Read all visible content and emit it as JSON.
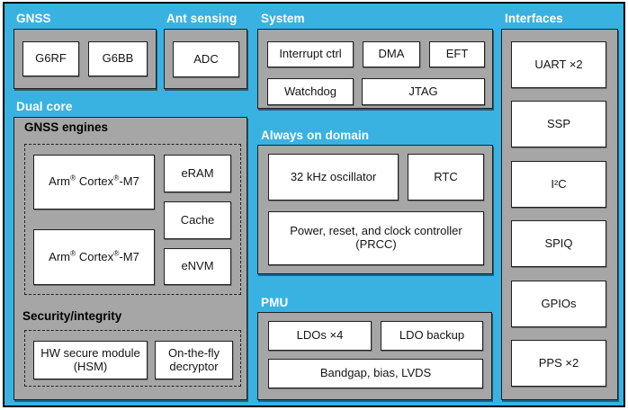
{
  "colors": {
    "page": "#ffffff",
    "panel": "#39b2e2",
    "container": "#a6a6a6",
    "border": "#1f1f1f"
  },
  "diagram": {
    "gnss": {
      "label": "GNSS",
      "boxes": [
        "G6RF",
        "G6BB"
      ]
    },
    "ant_sensing": {
      "label": "Ant sensing",
      "boxes": [
        "ADC"
      ]
    },
    "system": {
      "label": "System",
      "boxes": [
        "Interrupt ctrl",
        "DMA",
        "EFT",
        "Watchdog",
        "JTAG"
      ]
    },
    "interfaces": {
      "label": "Interfaces",
      "boxes": [
        "UART ×2",
        "SSP",
        "I²C",
        "SPIQ",
        "GPIOs",
        "PPS ×2"
      ]
    },
    "dual_core": {
      "label": "Dual core",
      "gnss_engines": {
        "label": "GNSS engines",
        "arm_core": {
          "brand": "Arm",
          "reg": "®",
          "mid": " Cortex",
          "suffix": "-M7"
        },
        "memories": [
          "eRAM",
          "Cache",
          "eNVM"
        ]
      },
      "security": {
        "label": "Security/integrity",
        "hsm_lines": [
          "HW secure module",
          "(HSM)"
        ],
        "decryptor_lines": [
          "On-the-fly",
          "decryptor"
        ]
      }
    },
    "always_on": {
      "label": "Always on domain",
      "boxes": [
        "32 kHz oscillator",
        "RTC"
      ],
      "prcc_lines": [
        "Power, reset, and clock controller",
        "(PRCC)"
      ]
    },
    "pmu": {
      "label": "PMU",
      "boxes": [
        "LDOs ×4",
        "LDO backup",
        "Bandgap, bias, LVDS"
      ]
    }
  }
}
